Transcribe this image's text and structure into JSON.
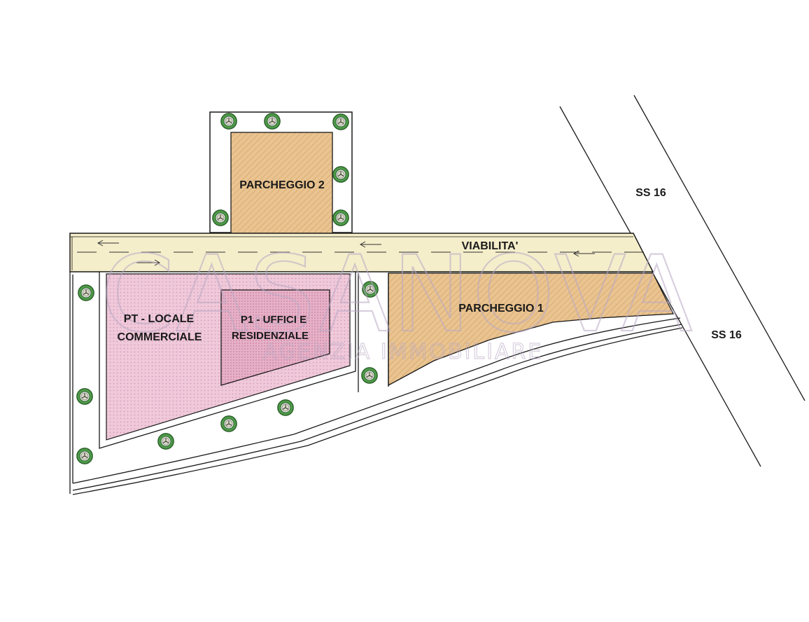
{
  "labels": {
    "parcheggio_2": "PARCHEGGIO 2",
    "parcheggio_1": "PARCHEGGIO 1",
    "viabilita": "VIABILITA'",
    "ss16_top": "SS 16",
    "ss16_bottom": "SS 16",
    "pt_line1": "PT  - LOCALE",
    "pt_line2": "COMMERCIALE",
    "p1_line1": "P1 - UFFICI E",
    "p1_line2": "RESIDENZIALE"
  },
  "watermark": {
    "brand": "CASANOVA",
    "tagline": "AGENZIA IMMOBILIARE"
  },
  "colors": {
    "parking": "#e7c08d",
    "commercial": "#ecc4d6",
    "offices": "#e4b0c4",
    "road": "#f5eecb",
    "tree": "#4e9a49",
    "line": "#1a1a1a"
  }
}
